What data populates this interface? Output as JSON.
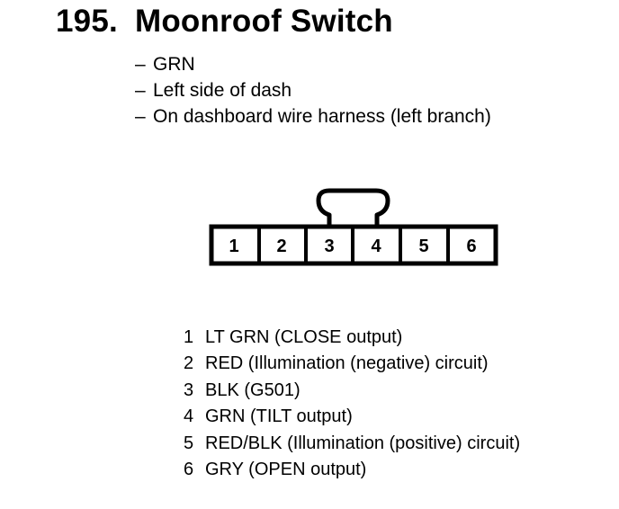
{
  "title": {
    "number": "195.",
    "name": "Moonroof Switch"
  },
  "notes": [
    {
      "dash": "–",
      "text": "GRN"
    },
    {
      "dash": "–",
      "text": "Left side of dash"
    },
    {
      "dash": "–",
      "text": "On dashboard wire harness (left branch)"
    }
  ],
  "connector": {
    "cavities": [
      "1",
      "2",
      "3",
      "4",
      "5",
      "6"
    ],
    "lock_tab_over": [
      "3",
      "4"
    ]
  },
  "pins": [
    {
      "number": "1",
      "description": "LT GRN (CLOSE output)"
    },
    {
      "number": "2",
      "description": "RED (Illumination (negative) circuit)"
    },
    {
      "number": "3",
      "description": "BLK (G501)"
    },
    {
      "number": "4",
      "description": "GRN (TILT output)"
    },
    {
      "number": "5",
      "description": "RED/BLK (Illumination (positive) circuit)"
    },
    {
      "number": "6",
      "description": "GRY (OPEN output)"
    }
  ]
}
